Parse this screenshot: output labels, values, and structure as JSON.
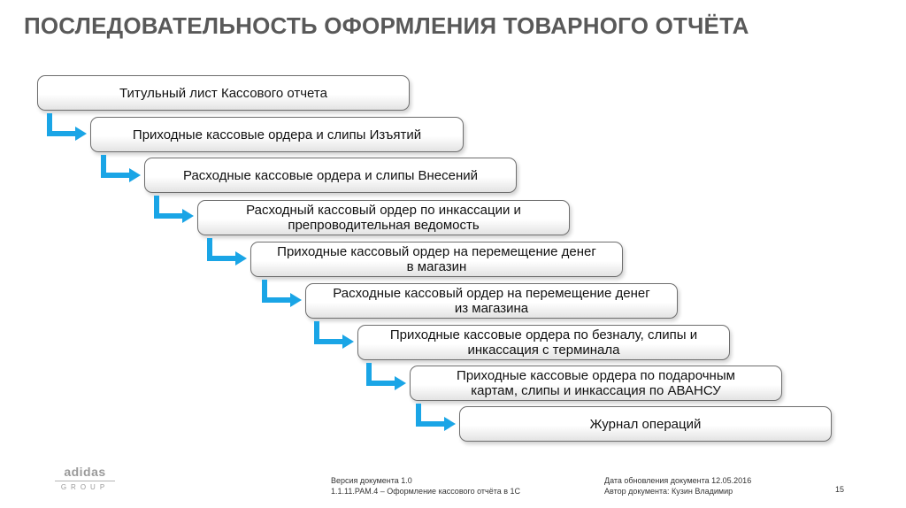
{
  "title": "ПОСЛЕДОВАТЕЛЬНОСТЬ ОФОРМЛЕНИЯ ТОВАРНОГО ОТЧЁТА",
  "steps": [
    {
      "lines": [
        "Титульный лист Кассового отчета"
      ]
    },
    {
      "lines": [
        "Приходные кассовые ордера и слипы Изъятий"
      ]
    },
    {
      "lines": [
        "Расходные кассовые ордера и слипы Внесений"
      ]
    },
    {
      "lines": [
        "Расходный кассовый ордер по инкассации и",
        "препроводительная ведомость"
      ]
    },
    {
      "lines": [
        "Приходные кассовый ордер на перемещение денег",
        "в магазин"
      ]
    },
    {
      "lines": [
        "Расходные кассовый ордер на перемещение денег",
        "из магазина"
      ]
    },
    {
      "lines": [
        "Приходные кассовые ордера по безналу, слипы и",
        "инкассация с терминала"
      ]
    },
    {
      "lines": [
        "Приходные кассовые ордера по подарочным",
        "картам, слипы и инкассация по АВАНСУ"
      ]
    },
    {
      "lines": [
        "Журнал операций"
      ]
    }
  ],
  "colors": {
    "arrow": "#1aa5e6",
    "title": "#595959",
    "border": "#6e6e6e"
  },
  "logo": {
    "word": "adidas",
    "group": "GROUP"
  },
  "footer": {
    "version": "Версия документа 1.0",
    "doc": "1.1.11.PAM.4 – Оформление кассового отчёта в 1С",
    "updated": "Дата обновления документа 12.05.2016",
    "author": "Автор документа: Кузин Владимир",
    "page": "15"
  }
}
